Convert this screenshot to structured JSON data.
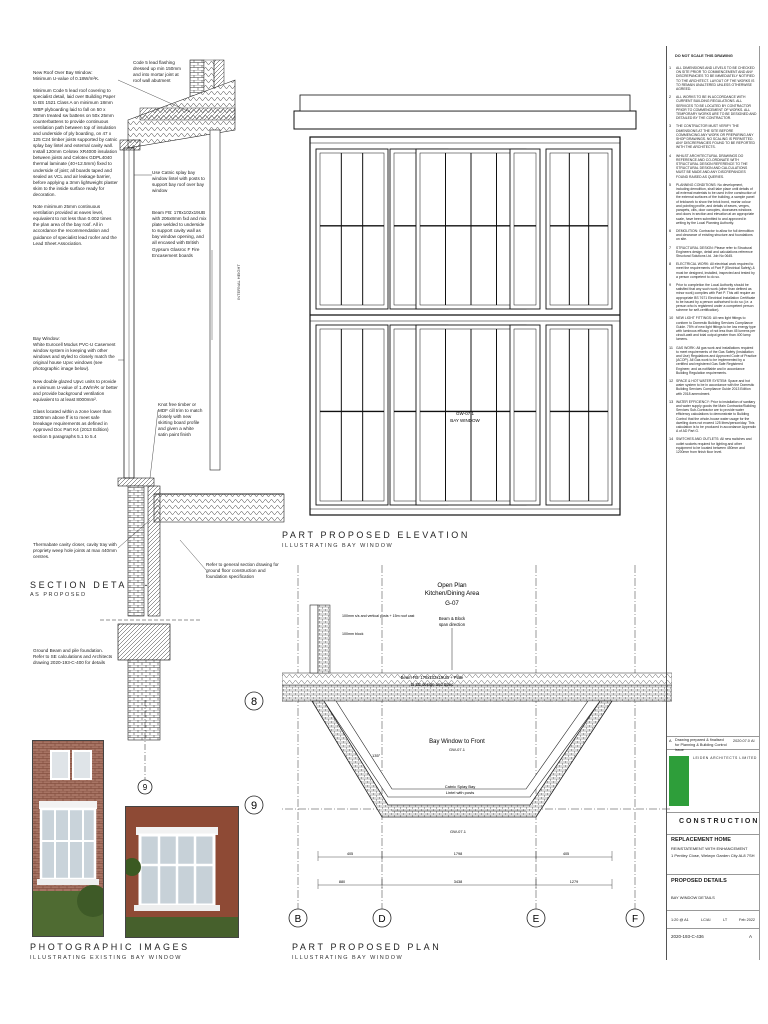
{
  "section_detail": {
    "title": "SECTION DETAIL -",
    "subtitle": "AS PROPOSED",
    "notes": {
      "roof": "New Roof Over Bay Window:\nMinimum U-value of 0.18W/m²K.\n\nMinimum Code 5 lead roof covering to specialist detail, laid over Building Paper to BS 1521 Class A on minimum 18mm WBP plyboarding laid to fall on 50 x 25mm treated sw battens on 50x 25mm counterbattens to provide continuous ventilation path between top of insulation and underside of ply boarding, on 47 x 125 C24 timber joists supported by catnic splay bay lintel and external cavity wall. Install 120mm Celotex XR4000 insulation between joists and Celotex GDPL4040 thermal laminate (40+12.5mm) fixed to underside of joist; all boards taped and sealed as VCL and air leakage barrier, before applying a 3mm lightweight plaster skim to the inside surface ready for decoration.\n\nNote minimum 25mm continuous ventilation provided at eaves level, equivalent to not less than 0.002 times the plan area of the bay roof. All in accordance the recommendation and guidance of specialist lead roofer and the Lead Sheet Association.",
      "window": "Bay Window:\nWhite Eurocell Modus PVC-U Casement window system in keeping with other windows and styled to closely match the original house Upvc windows (see photographic image below).\n\nNew double glazed Upvc units to provide a minimum U-value of 1.4W/m²K or better and provide background ventilation equivalent to at least 8000mm².\n\nGlass located within a zone lower than 1500mm above ff is to meet safe breakage requirements as defined in Approved Doc Part K4 (2013 Edition) section 5 paragraphs 5.1 to 5.4",
      "tray": "Thermabate cavity closer, cavity tray with propriety weep hole joints at max 440mm centres.",
      "flashing": "Code 5 lead flashing dressed up min 150mm and into mortar joint at roof wall abutment",
      "lintel": "Use Catnic splay bay window lintel with posts to support bay roof over bay window",
      "beam": "Beam FB: 178x102x19UB with 206x8mm fxd and mix plate welded to underside to support cavity wall as bay window opening, and all encased with British Gypsum Glasroc F Fire Encasement boards",
      "sill": "Knot free timber or MDF cill trim to match closely with new skirting board profile and given a white satin paint finish",
      "foundation_ref": "Refer to general section drawing for ground floor construction and foundation specification",
      "ground_beam": "Ground Beam and pile foundation.\nRefer to SE calculations and Architects drawing 2020-193-C-400 for details"
    }
  },
  "elevation": {
    "title": "PART PROPOSED ELEVATION",
    "subtitle": "ILLUSTRATING BAY WINDOW",
    "window_label": "GW-07.1",
    "window_sublabel": "BAY WINDOW"
  },
  "plan": {
    "title": "PART PROPOSED PLAN",
    "subtitle": "ILLUSTRATING BAY WINDOW",
    "room_name": "Open Plan\nKitchen/Dining Area",
    "room_id": "G-07",
    "beam_note": "Beam & Block",
    "beam_note2": "span direction",
    "bay_label": "Bay Window to Front",
    "bay_id": "GW-07.1",
    "beam_spec": "Beam FB: 178x102x19UB + Plate\nto SE design and Spec",
    "lintel_note": "Catnic Splay Bay\nLintel with posts",
    "window_id": "GW-07.1",
    "wall_note": "100mm s/s\nand vertical posts + 15m roof cast",
    "wall_note2": "100mm block",
    "dims": [
      "405",
      "1798",
      "405",
      "880",
      "3438",
      "1279"
    ],
    "angle": "135°",
    "grid_v": [
      "B",
      "D",
      "E",
      "F"
    ],
    "grid_h": [
      "8",
      "9"
    ]
  },
  "photos": {
    "title": "PHOTOGRAPHIC IMAGES",
    "subtitle": "ILLUSTRATING EXISTING BAY WINDOW"
  },
  "notes_panel": {
    "header": "DO NOT SCALE THIS DRAWING",
    "items": [
      {
        "n": "1",
        "t": "ALL DIMENSIONS AND LEVELS TO BE CHECKED ON SITE PRIOR TO COMMENCEMENT AND ANY DISCREPANCIES TO BE IMMEDIATELY NOTIFIED TO THE ARCHITECT. LAYOUT OF THE WORKS IS TO REMAIN UNALTERED UNLESS OTHERWISE AGREED."
      },
      {
        "n": "2",
        "t": "ALL WORKS TO BE IN ACCORDANCE WITH CURRENT BUILDING REGULATIONS. ALL SERVICES TO BE LOCATED BY CONTRACTOR PRIOR TO COMMENCEMENT OF WORKS. ALL TEMPORARY WORKS ARE TO BE DESIGNED AND DETAILED BY THE CONTRACTOR."
      },
      {
        "n": "3",
        "t": "THE CONTRACTOR MUST VERIFY THE DIMENSIONS AT THE SITE BEFORE COMMENCING ANY WORK OR PREPARING ANY SHOP DRAWINGS. NO SCALING IS PERMITTED. ANY DISCREPANCIES FOUND TO BE REPORTED WITH THE ARCHITECTS."
      },
      {
        "n": "4",
        "t": "WHILST ARCHITECTURAL DRAWINGS DO REFERENCE AND CO-ORDINATE WITH STRUCTURAL DESIGN REFERENCE TO THE STRUCTURAL DESIGN AND CALCULATIONS MUST BE MADE AND ANY DISCREPANCIES FOUND RAISED AS QUERIES."
      },
      {
        "n": "5",
        "t": "PLANNING CONDITIONS: No development, including demolition, shall take place until details of all external materials to be used in the construction of the external surfaces of the building, a sample panel of brickwork to show the brick bond, mortar colour and pointing profile, and details of eaves, verges, parapets, cills, door canopies, doorcases windows and doors in section and elevation at an appropriate scale, have been submitted to and approved in writing by the Local Planning Authority."
      },
      {
        "n": "6",
        "t": "DEMOLITION: Contractor to allow for full demolition and clearance of existing structure and foundations on site."
      },
      {
        "n": "7",
        "t": "STRUCTURAL DESIGN: Please refer to Structural Engineers design, detail and calculations reference Structural Solutions Ltd. Job No 0645."
      },
      {
        "n": "8",
        "t": "ELECTRICAL WORK: All electrical work required to meet the requirements of Part P (Electrical Safety) & must be designed, installed, inspected and tested by a person competent to do so."
      },
      {
        "n": "9",
        "t": "Prior to completion the Local Authority should be satisfied that any such work (other than defined as minor work) complies with Part P. This will require an appropriate BS 7671 Electrical Installation Certificate to be issued by a person authorised to do so (i.e. a person who is registered under a competent person scheme for self-certification)."
      },
      {
        "n": "10",
        "t": "NEW LIGHT FITTINGS: All new light fittings to conform to Domestic Building Services Compliance Guide. 75% of new light fittings to be low energy type with luminous efficacy of not less than 45 lumens per circuit-watt and total output greater than 400 lamp lumens."
      },
      {
        "n": "11",
        "t": "GAS WORK: All gas work and installations required to meet requirements of the Gas Safety (Installation and Use) Regulations and Approved Code of Practice (ACOP). All Gas work to be implemented by a certified and registered Gas Safe Registered Engineer, and as notifiable and in accordance Building Regulation requirements."
      },
      {
        "n": "12",
        "t": "SPACE & HOT WATER SYSTEM: Space and hot water system to be in accordance with the Domestic Building Services Compliance Guide 2013 Edition with 2018 amendment."
      },
      {
        "n": "13",
        "t": "WATER EFFICIENCY: Prior to installation of sanitary and water supply goods the Main Contractor/Building Services Sub-Contractor are to provide water efficiency calculations to demonstrate to Building Control that the whole-house water usage for the dwelling does not exceed 125 litres/person/day. This calculation is to be produced in accordance Appendix A of AD Part G."
      },
      {
        "n": "14",
        "t": "SWITCHES AND OUTLETS: All new switches and outlet sockets required for lighting and other equipment to be located between 450mm and 1200mm from finish floor level."
      }
    ]
  },
  "title_block": {
    "revision_line": "Drawing prepared & finalised for Planning & Building Control issue",
    "revision_ref": "2020.07.0",
    "revision_by": "AI",
    "revision_letter": "A",
    "architect_name": "LEIDEN ARCHITECTS LIMITED",
    "status": "CONSTRUCTION",
    "project": "REPLACEMENT HOME",
    "project_sub": "REINSTATEMENT WITH ENHANCEMENT",
    "address": "1 Pentley Close, Welwyn Garden City AL8 7SH",
    "drawing_title": "PROPOSED DETAILS",
    "drawing_sub": "BAY WINDOW DETAILS",
    "scale": "1:20 @ A1",
    "drawn": "LC/AI",
    "checked": "LT",
    "date": "Feb 2022",
    "number": "2020-193-C-436",
    "rev": "A",
    "logo_color": "#2e9e3a"
  }
}
